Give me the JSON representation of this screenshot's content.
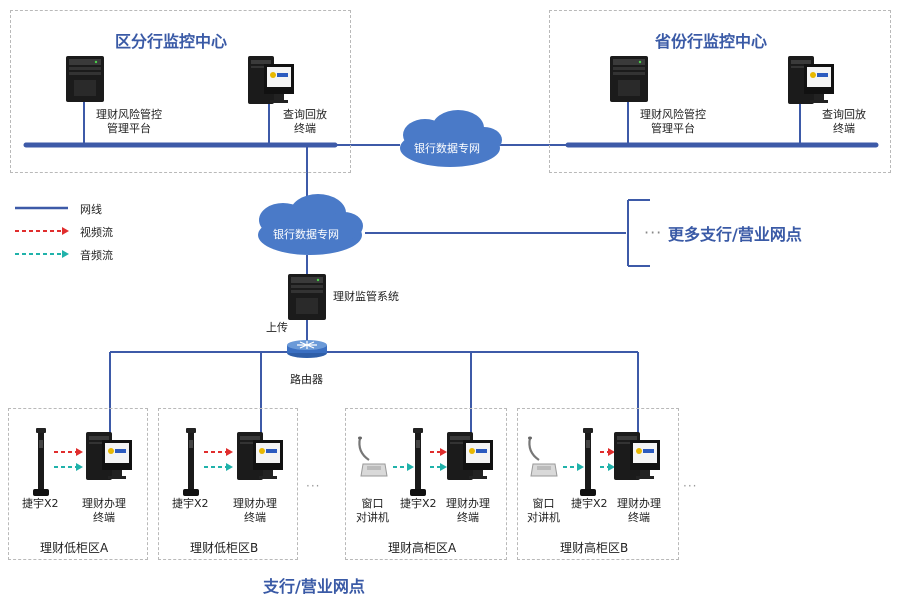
{
  "colors": {
    "network": "#3d5aa8",
    "video": "#e02d2d",
    "audio": "#20b2aa",
    "title": "#3a5aa6",
    "box_border": "#b9b9b9",
    "cloud": "#4a7ac8"
  },
  "top": {
    "district_title": "区分行监控中心",
    "province_title": "省份行监控中心",
    "risk_platform": [
      "理财风险管控",
      "管理平台"
    ],
    "query_terminal": [
      "查询回放",
      "终端"
    ],
    "bank_network_cloud": "银行数据专网"
  },
  "legend": {
    "network": "网线",
    "video": "视频流",
    "audio": "音频流"
  },
  "middle": {
    "bank_network_cloud": "银行数据专网",
    "more_branches": "更多支行/营业网点",
    "more_dots": "···",
    "supervision_system": "理财监管系统",
    "upload": "上传",
    "router": "路由器"
  },
  "zones": [
    {
      "name": "理财低柜区A",
      "device": "捷宇X2",
      "terminal": [
        "理财办理",
        "终端"
      ]
    },
    {
      "name": "理财低柜区B",
      "device": "捷宇X2",
      "terminal": [
        "理财办理",
        "终端"
      ]
    },
    {
      "name": "理财高柜区A",
      "intercom": [
        "窗口",
        "对讲机"
      ],
      "device": "捷宇X2",
      "terminal": [
        "理财办理",
        "终端"
      ]
    },
    {
      "name": "理财高柜区B",
      "intercom": [
        "窗口",
        "对讲机"
      ],
      "device": "捷宇X2",
      "terminal": [
        "理财办理",
        "终端"
      ]
    }
  ],
  "zone_dots": "···",
  "bottom_title": "支行/营业网点"
}
